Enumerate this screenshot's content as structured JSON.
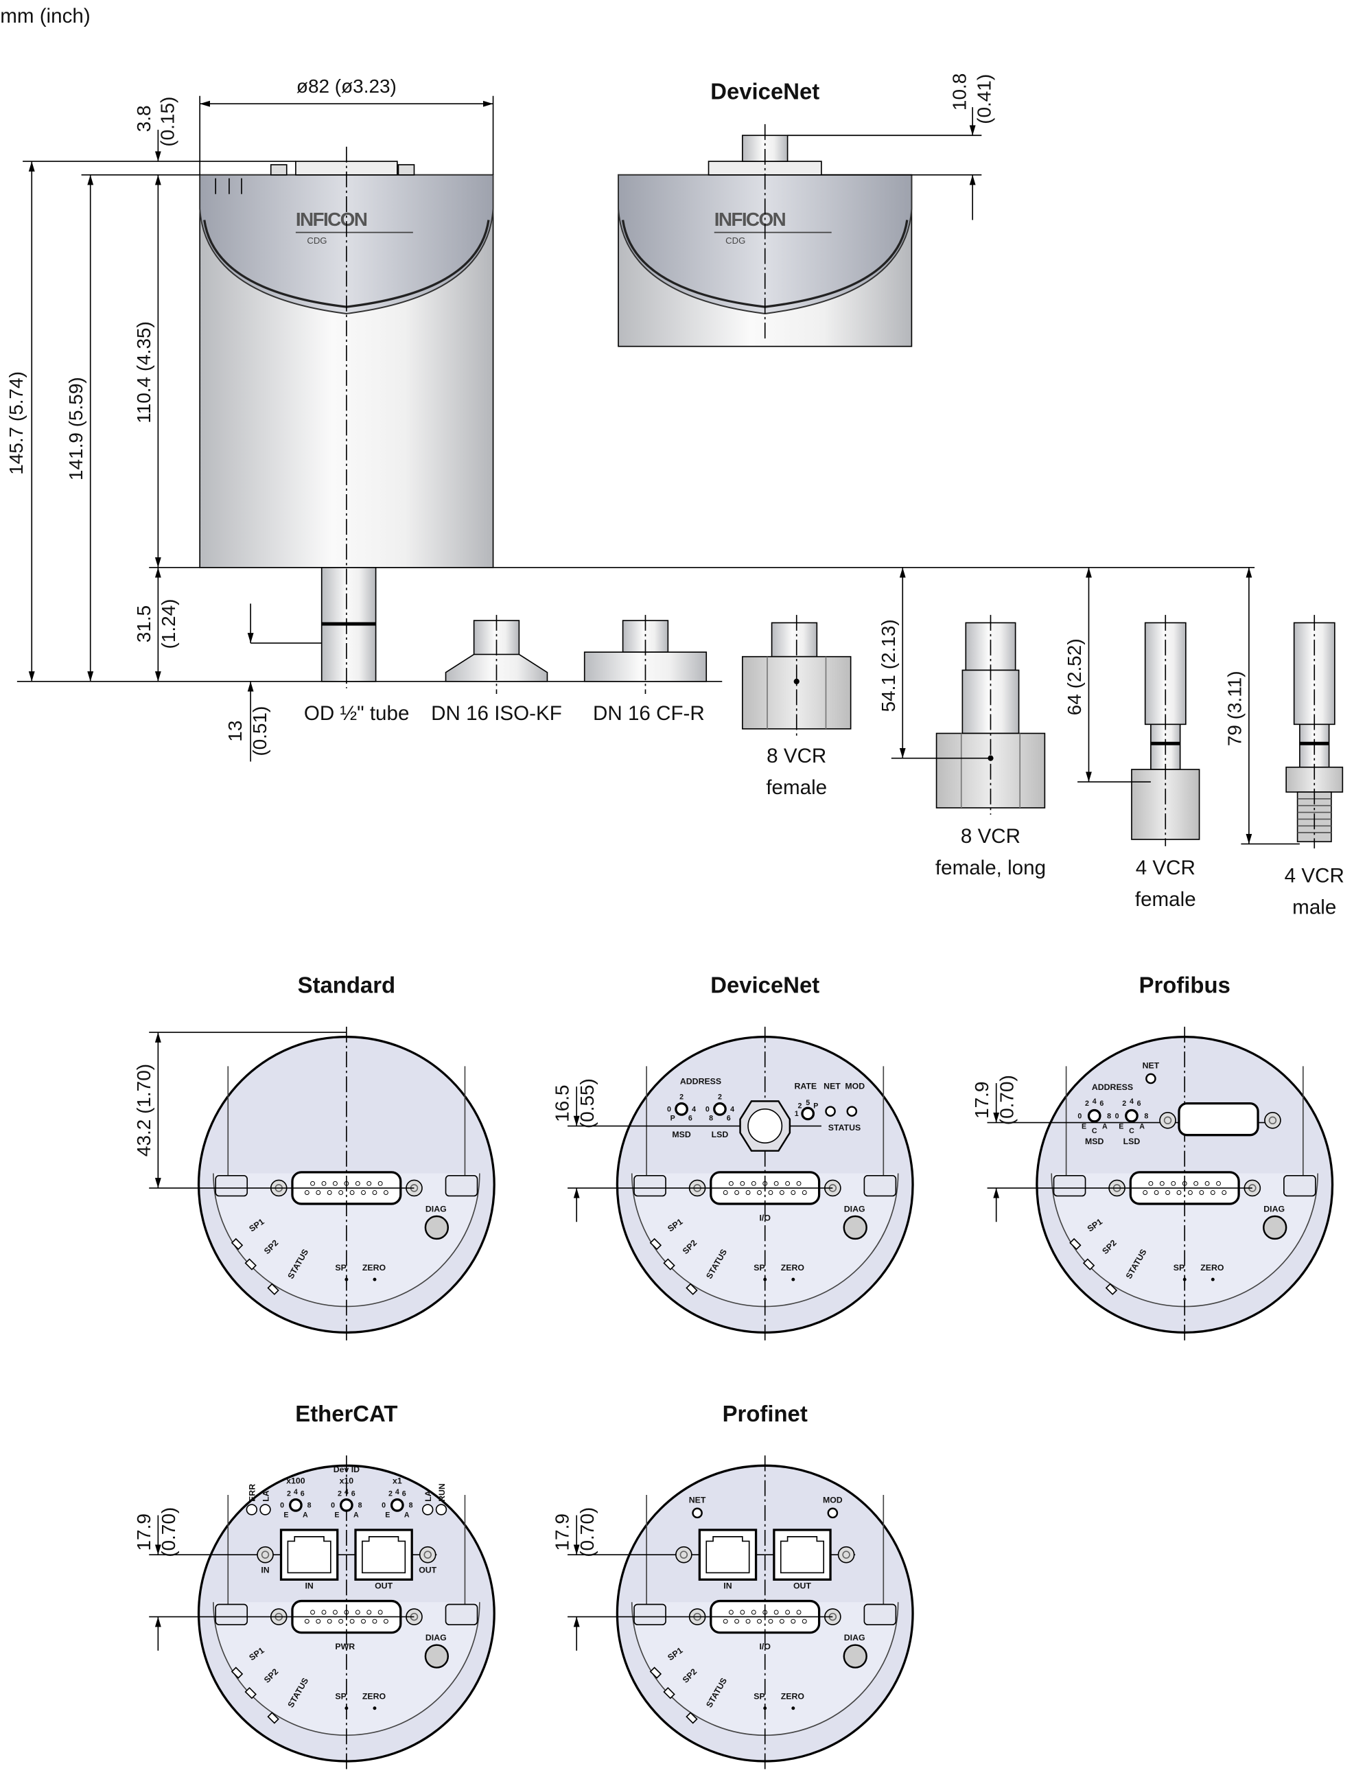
{
  "units_label": "mm (inch)",
  "side_view": {
    "diameter": "ø82 (ø3.23)",
    "top_offset": [
      "3.8",
      "(0.15)"
    ],
    "total_height": "145.7 (5.74)",
    "body_top_height": "141.9 (5.59)",
    "body_height": "110.4 (4.35)",
    "flange_height": [
      "31.5",
      "(1.24)"
    ],
    "tube_offset": [
      "13",
      "(0.51)"
    ],
    "logo": {
      "brand": "INFICON",
      "model": "CDG"
    },
    "devicenet_title": "DeviceNet",
    "devicenet_offset": [
      "10.8",
      "(0.41)"
    ],
    "flanges": [
      {
        "lines": [
          "OD ½\" tube"
        ]
      },
      {
        "lines": [
          "DN 16 ISO-KF"
        ]
      },
      {
        "lines": [
          "DN 16 CF-R"
        ]
      },
      {
        "lines": [
          "8 VCR",
          "female"
        ]
      },
      {
        "lines": [
          "8 VCR",
          "female, long"
        ]
      },
      {
        "lines": [
          "4 VCR",
          "female"
        ]
      },
      {
        "lines": [
          "4 VCR",
          "male"
        ]
      }
    ],
    "flange_dims": {
      "vcr8_long": "54.1 (2.13)",
      "vcr4_female": "64 (2.52)",
      "vcr4_male": "79 (3.11)"
    }
  },
  "back_views": [
    {
      "id": "standard",
      "title": "Standard",
      "dim": [
        "43.2 (1.70)"
      ],
      "labels": {
        "sp1": "SP1",
        "sp2": "SP2",
        "status": "STATUS",
        "sp": "SP",
        "zero": "ZERO",
        "diag": "DIAG"
      }
    },
    {
      "id": "devicenet",
      "title": "DeviceNet",
      "dim": [
        "16.5",
        "(0.55)"
      ],
      "labels": {
        "sp1": "SP1",
        "sp2": "SP2",
        "status": "STATUS",
        "sp": "SP",
        "zero": "ZERO",
        "diag": "DIAG",
        "io": "I/O",
        "address": "ADDRESS",
        "msd": "MSD",
        "lsd": "LSD",
        "msd_digits": [
          "0",
          "2",
          "4",
          "6",
          "P"
        ],
        "lsd_digits": [
          "0",
          "2",
          "4",
          "6",
          "8"
        ],
        "rate": "RATE",
        "net": "NET",
        "mod": "MOD",
        "rate_digits": [
          "1",
          "2",
          "5",
          "P"
        ],
        "led_status": "STATUS"
      }
    },
    {
      "id": "profibus",
      "title": "Profibus",
      "dim": [
        "17.9",
        "(0.70)"
      ],
      "labels": {
        "sp1": "SP1",
        "sp2": "SP2",
        "status": "STATUS",
        "sp": "SP",
        "zero": "ZERO",
        "diag": "DIAG",
        "net": "NET",
        "address": "ADDRESS",
        "msd": "MSD",
        "lsd": "LSD",
        "hex_digits": [
          "2",
          "4",
          "6",
          "0",
          "8",
          "E",
          "C",
          "A"
        ]
      }
    },
    {
      "id": "ethercat",
      "title": "EtherCAT",
      "dim": [
        "17.9",
        "(0.70)"
      ],
      "labels": {
        "sp1": "SP1",
        "sp2": "SP2",
        "status": "STATUS",
        "sp": "SP",
        "zero": "ZERO",
        "diag": "DIAG",
        "pwr": "PWR",
        "dev_id": "Dev ID",
        "x100": "x100",
        "x10": "x10",
        "x1": "x1",
        "err": "ERR",
        "la_in": "LA",
        "la_out": "LA",
        "run": "RUN",
        "in": "IN",
        "out": "OUT",
        "hex_digits": [
          "2",
          "4",
          "6",
          "0",
          "8",
          "E",
          "A"
        ]
      }
    },
    {
      "id": "profinet",
      "title": "Profinet",
      "dim": [
        "17.9",
        "(0.70)"
      ],
      "labels": {
        "sp1": "SP1",
        "sp2": "SP2",
        "status": "STATUS",
        "sp": "SP",
        "zero": "ZERO",
        "diag": "DIAG",
        "io": "I/O",
        "net": "NET",
        "mod": "MOD",
        "in": "IN",
        "out": "OUT"
      }
    }
  ]
}
